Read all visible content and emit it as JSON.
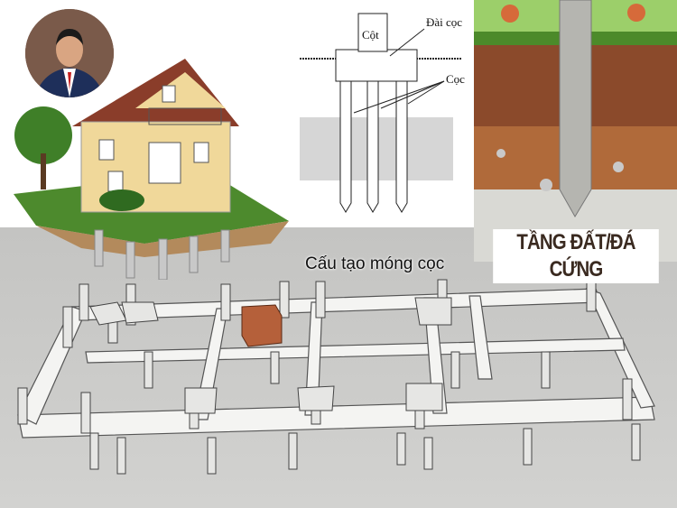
{
  "diagram": {
    "column_label": "Cột",
    "pile_cap_label": "Đài cọc",
    "pile_label": "Cọc",
    "caption": "Cấu tạo móng cọc"
  },
  "soil_photo": {
    "label": "TẦNG ĐẤT/ĐÁ CỨNG"
  },
  "colors": {
    "ground_gray": "#c8c8c6",
    "soil_brown": "#8b4a2b",
    "grass_green": "#5a9a3a",
    "highlight_block": "#b5603a"
  }
}
